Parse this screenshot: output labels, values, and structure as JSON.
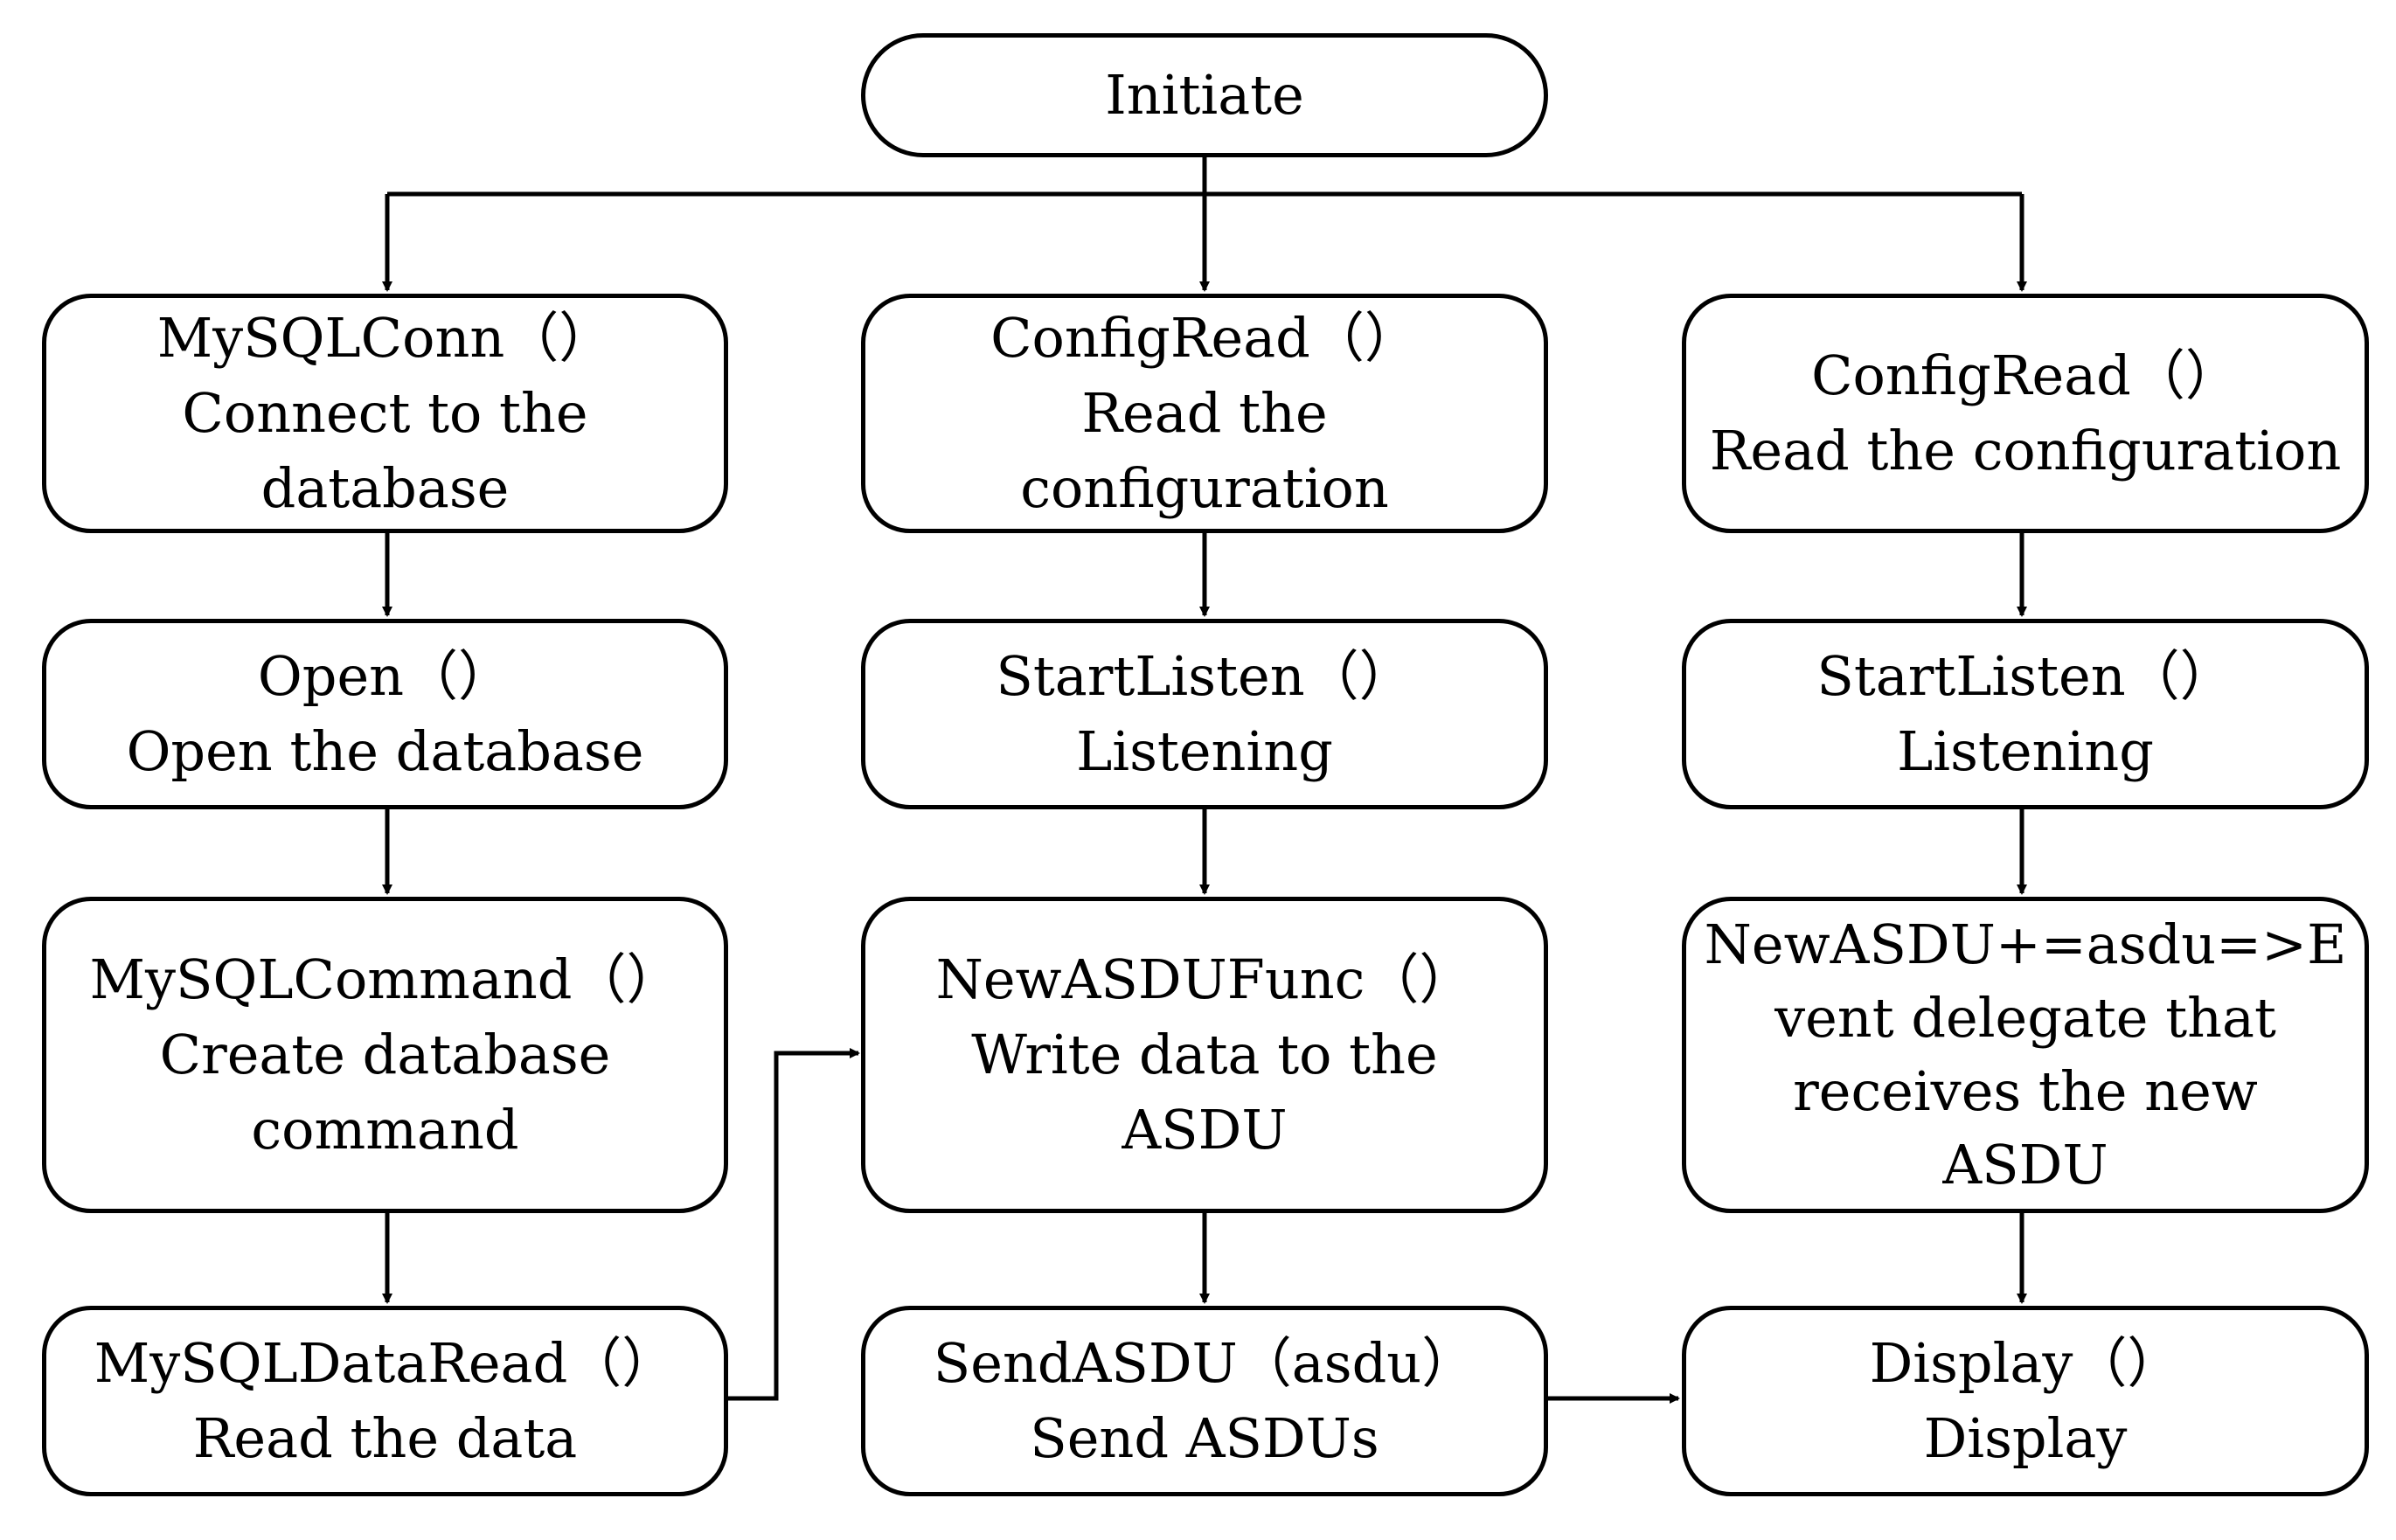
{
  "nodes": {
    "initiate": {
      "lines": [
        "Initiate"
      ]
    },
    "mysqlconn": {
      "lines": [
        "MySQLConn（）",
        "Connect to the",
        "database"
      ]
    },
    "open": {
      "lines": [
        "Open（）",
        "Open the database"
      ]
    },
    "mysqlcommand": {
      "lines": [
        "MySQLCommand（）",
        "Create database",
        "command"
      ]
    },
    "mysqldataread": {
      "lines": [
        "MySQLDataRead（）",
        "Read the data"
      ]
    },
    "configread_mid": {
      "lines": [
        "ConfigRead（）",
        "Read the",
        "configuration"
      ]
    },
    "startlisten_mid": {
      "lines": [
        "StartListen（）",
        "Listening"
      ]
    },
    "newasdufunc": {
      "lines": [
        "NewASDUFunc（）",
        "Write data to the",
        "ASDU"
      ]
    },
    "sendasdu": {
      "lines": [
        "SendASDU（asdu）",
        "Send ASDUs"
      ]
    },
    "configread_right": {
      "lines": [
        "ConfigRead（）",
        "Read the configuration"
      ]
    },
    "startlisten_right": {
      "lines": [
        "StartListen（）",
        "Listening"
      ]
    },
    "newasdu_event": {
      "lines": [
        "NewASDU+=asdu=>E",
        "vent delegate that",
        "receives the new",
        "ASDU"
      ]
    },
    "display": {
      "lines": [
        "Display（）",
        "Display"
      ]
    }
  }
}
